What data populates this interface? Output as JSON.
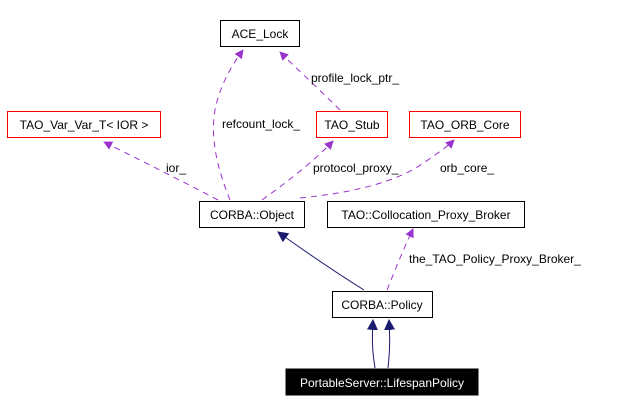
{
  "colors": {
    "node_border_default": "#000000",
    "node_border_undocumented": "#ff0000",
    "node_fill_focus": "#000000",
    "inheritance_edge": "#191970",
    "usage_edge": "#9a32cd"
  },
  "nodes": {
    "ace_lock": {
      "label": "ACE_Lock",
      "style": "default"
    },
    "tao_var_var": {
      "label": "TAO_Var_Var_T< IOR >",
      "style": "undocumented"
    },
    "tao_stub": {
      "label": "TAO_Stub",
      "style": "undocumented"
    },
    "tao_orb_core": {
      "label": "TAO_ORB_Core",
      "style": "undocumented"
    },
    "corba_object": {
      "label": "CORBA::Object",
      "style": "default"
    },
    "collocation_broker": {
      "label": "TAO::Collocation_Proxy_Broker",
      "style": "default"
    },
    "corba_policy": {
      "label": "CORBA::Policy",
      "style": "default"
    },
    "lifespan_policy": {
      "label": "PortableServer::LifespanPolicy",
      "style": "focus"
    }
  },
  "edges": {
    "refcount_lock": {
      "from": "corba_object",
      "to": "ace_lock",
      "type": "usage",
      "label": "refcount_lock_"
    },
    "profile_lock_ptr": {
      "from": "tao_stub",
      "to": "ace_lock",
      "type": "usage",
      "label": "profile_lock_ptr_"
    },
    "ior": {
      "from": "corba_object",
      "to": "tao_var_var",
      "type": "usage",
      "label": "ior_"
    },
    "protocol_proxy": {
      "from": "corba_object",
      "to": "tao_stub",
      "type": "usage",
      "label": "protocol_proxy_"
    },
    "orb_core": {
      "from": "corba_object",
      "to": "tao_orb_core",
      "type": "usage",
      "label": "orb_core_"
    },
    "policy_broker": {
      "from": "corba_policy",
      "to": "collocation_broker",
      "type": "usage",
      "label": "the_TAO_Policy_Proxy_Broker_"
    },
    "policy_object": {
      "from": "corba_policy",
      "to": "corba_object",
      "type": "inheritance",
      "label": ""
    },
    "lifespan_policy_1": {
      "from": "lifespan_policy",
      "to": "corba_policy",
      "type": "inheritance",
      "label": ""
    },
    "lifespan_policy_2": {
      "from": "lifespan_policy",
      "to": "corba_policy",
      "type": "inheritance",
      "label": ""
    }
  }
}
